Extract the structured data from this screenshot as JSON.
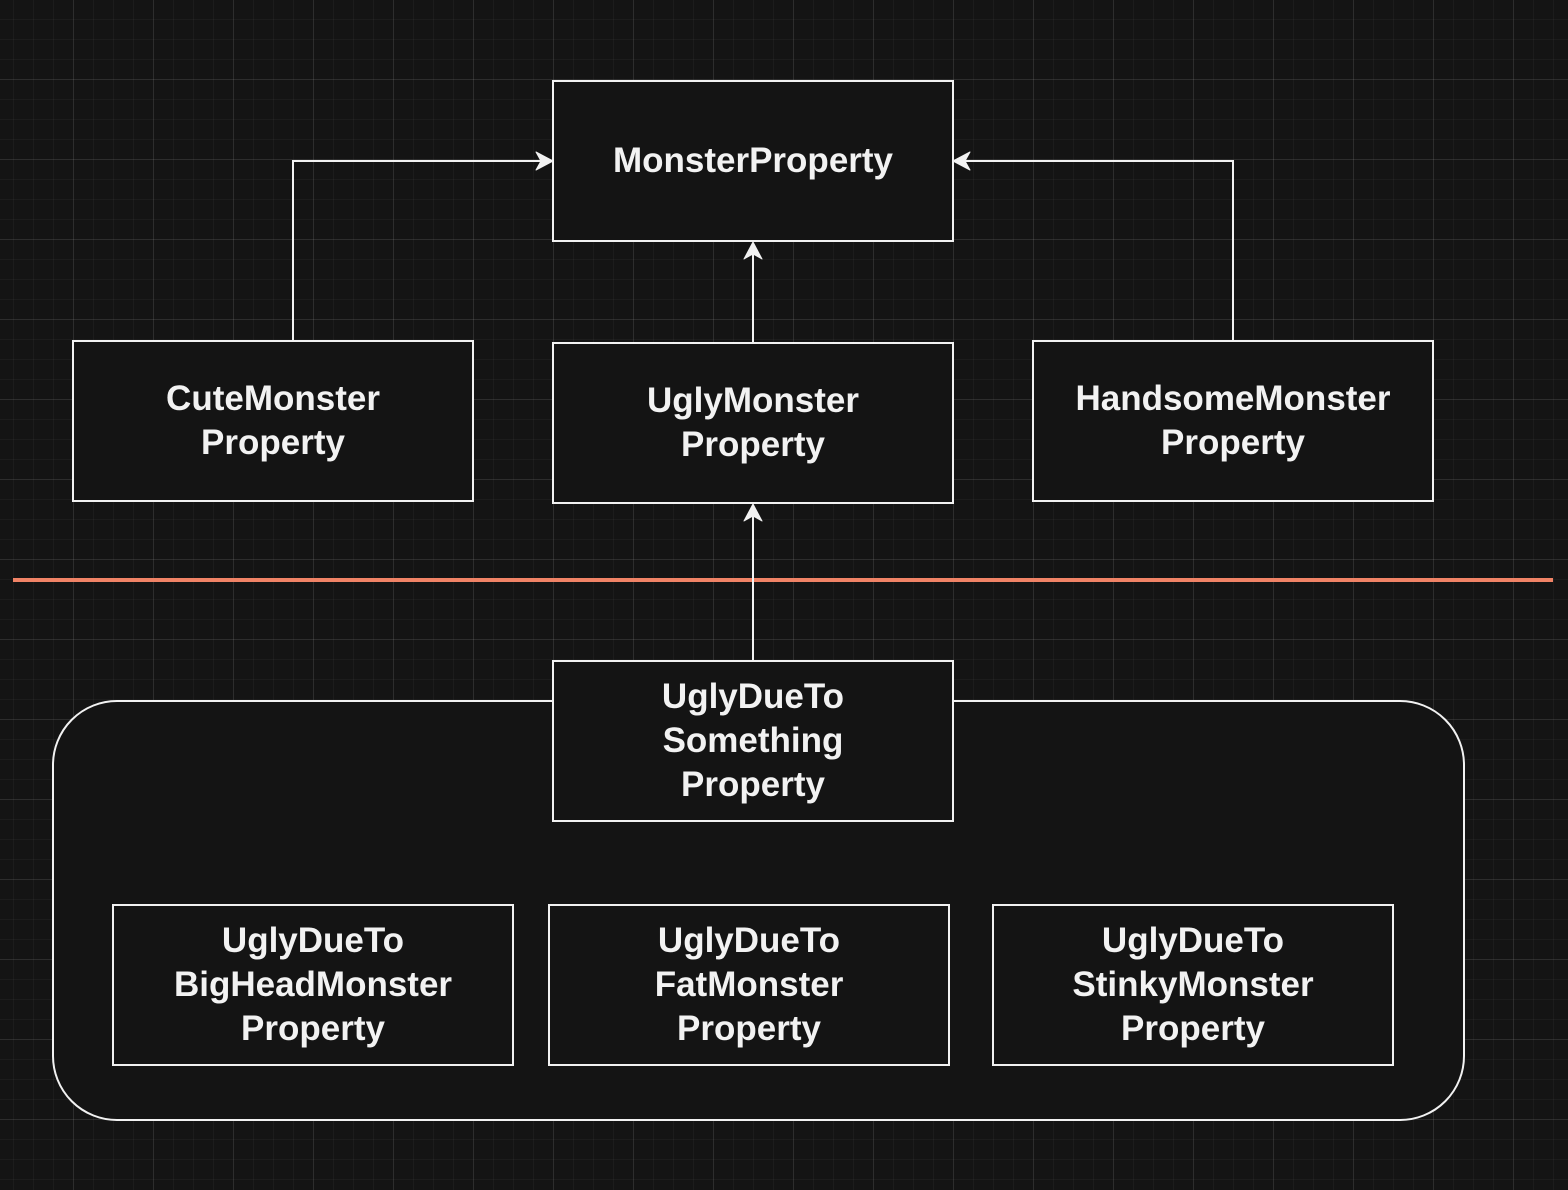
{
  "colors": {
    "background": "#141414",
    "grid": "#2a2a2a",
    "stroke": "#f2f2f2",
    "separator": "#f08366"
  },
  "nodes": {
    "monster_property": {
      "lines": [
        "MonsterProperty"
      ]
    },
    "cute_monster_property": {
      "lines": [
        "CuteMonster",
        "Property"
      ]
    },
    "ugly_monster_property": {
      "lines": [
        "UglyMonster",
        "Property"
      ]
    },
    "handsome_monster_property": {
      "lines": [
        "HandsomeMonster",
        "Property"
      ]
    },
    "ugly_due_to_something_property": {
      "lines": [
        "UglyDueTo",
        "Something",
        "Property"
      ]
    },
    "ugly_due_to_bighead_monster_property": {
      "lines": [
        "UglyDueTo",
        "BigHeadMonster",
        "Property"
      ]
    },
    "ugly_due_to_fat_monster_property": {
      "lines": [
        "UglyDueTo",
        "FatMonster",
        "Property"
      ]
    },
    "ugly_due_to_stinky_monster_property": {
      "lines": [
        "UglyDueTo",
        "StinkyMonster",
        "Property"
      ]
    }
  },
  "edges": [
    {
      "from": "cute_monster_property",
      "to": "monster_property"
    },
    {
      "from": "ugly_monster_property",
      "to": "monster_property"
    },
    {
      "from": "handsome_monster_property",
      "to": "monster_property"
    },
    {
      "from": "ugly_due_to_something_property",
      "to": "ugly_monster_property"
    }
  ]
}
